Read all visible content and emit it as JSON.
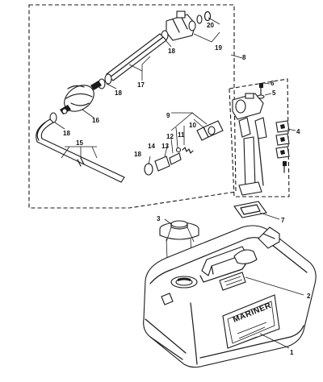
{
  "brand_label": "MARINER",
  "callouts": {
    "c1": "1",
    "c2": "2",
    "c3": "3",
    "c4": "4",
    "c5": "5",
    "c6": "6",
    "c7": "7",
    "c8": "8",
    "c9": "9",
    "c10": "10",
    "c11": "11",
    "c12": "12",
    "c13": "13",
    "c14": "14",
    "c15": "15",
    "c16": "16",
    "c17": "17",
    "c18a": "18",
    "c18b": "18",
    "c18c": "18",
    "c18d": "18",
    "c19": "19",
    "c20": "20"
  }
}
